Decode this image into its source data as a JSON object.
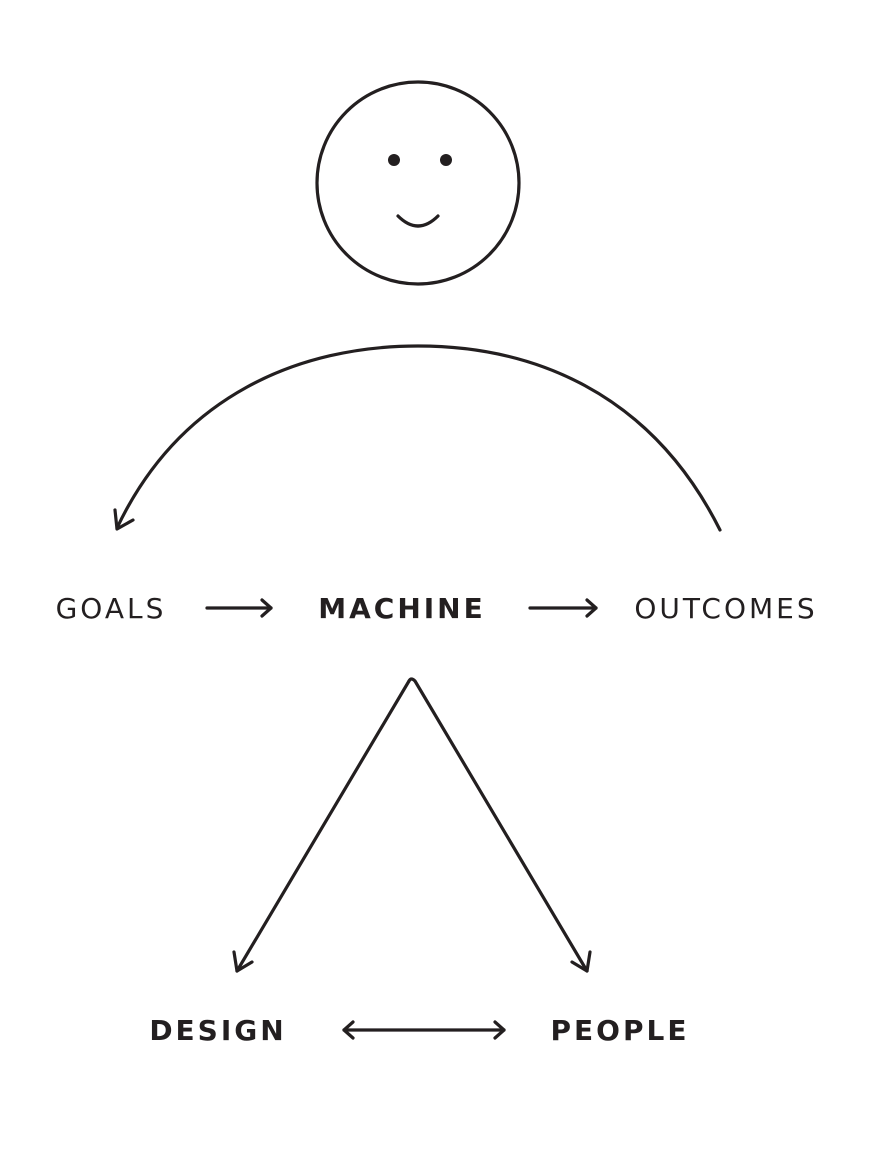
{
  "labels": {
    "goals": "GOALS",
    "machine": "MACHINE",
    "outcomes": "OUTCOMES",
    "design": "DESIGN",
    "people": "PEOPLE"
  },
  "icons": {
    "face": "smiley-face-icon"
  },
  "colors": {
    "ink": "#231f20",
    "background": "#ffffff"
  }
}
